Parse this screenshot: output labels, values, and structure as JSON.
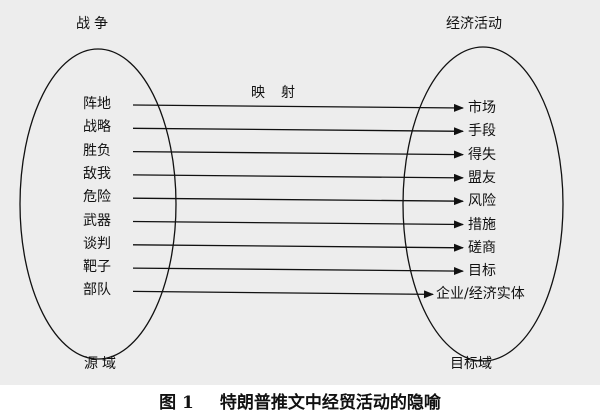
{
  "corners": {
    "top_left": "战争",
    "top_right": "经济活动",
    "bottom_left": "源域",
    "bottom_right": "目标域"
  },
  "mapping_label": "映射",
  "source_items": [
    "阵地",
    "战略",
    "胜负",
    "敌我",
    "危险",
    "武器",
    "谈判",
    "靶子",
    "部队"
  ],
  "target_items": [
    "市场",
    "手段",
    "得失",
    "盟友",
    "风险",
    "措施",
    "磋商",
    "目标",
    "企业/经济实体"
  ],
  "caption": {
    "number": "图 1",
    "title": "特朗普推文中经贸活动的隐喻"
  },
  "colors": {
    "panel_background": "#ededed",
    "stroke": "#111111"
  }
}
